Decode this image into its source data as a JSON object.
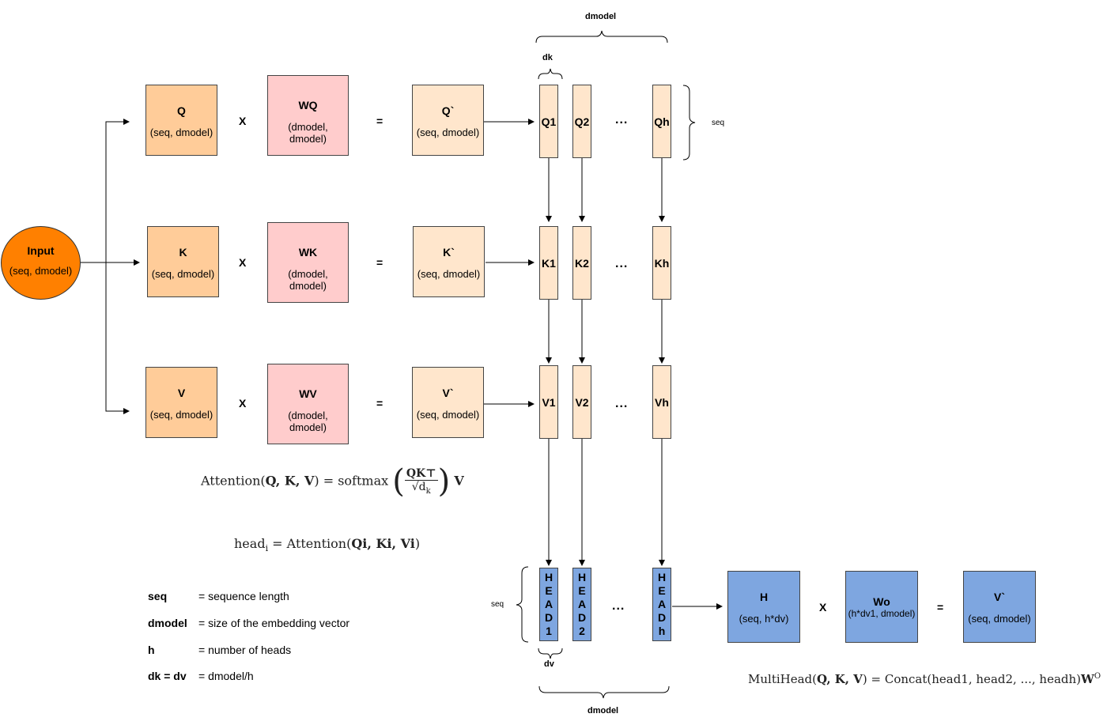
{
  "colors": {
    "input": "#ff8000",
    "qkv_box": "#ffcc99",
    "weight_box": "#ffcccc",
    "projected_box": "#ffe6cc",
    "head_box": "#7ea6e0",
    "line": "#000000"
  },
  "input_node": {
    "title": "Input",
    "shape": "(seq, dmodel)"
  },
  "rows": [
    {
      "id": "q",
      "mat": "Q",
      "mat_shape": "(seq, dmodel)",
      "weight": "WQ",
      "weight_shape": "(dmodel, dmodel)",
      "result": "Q`",
      "result_shape": "(seq, dmodel)",
      "parts": [
        "Q1",
        "Q2",
        "Qh"
      ]
    },
    {
      "id": "k",
      "mat": "K",
      "mat_shape": "(seq, dmodel)",
      "weight": "WK",
      "weight_shape": "(dmodel, dmodel)",
      "result": "K`",
      "result_shape": "(seq, dmodel)",
      "parts": [
        "K1",
        "K2",
        "Kh"
      ]
    },
    {
      "id": "v",
      "mat": "V",
      "mat_shape": "(seq, dmodel)",
      "weight": "WV",
      "weight_shape": "(dmodel, dmodel)",
      "result": "V`",
      "result_shape": "(seq, dmodel)",
      "parts": [
        "V1",
        "V2",
        "Vh"
      ]
    }
  ],
  "operators": {
    "times": "X",
    "equals": "=",
    "ellipsis": "..."
  },
  "heads": [
    "HEAD1",
    "HEAD2",
    "HEADh"
  ],
  "output": {
    "h": {
      "title": "H",
      "shape": "(seq, h*dv)"
    },
    "wo": {
      "title": "Wo",
      "shape": "(h*dv1, dmodel)"
    },
    "result": {
      "title": "V`",
      "shape": "(seq, dmodel)"
    }
  },
  "brace_labels": {
    "top_dmodel": "dmodel",
    "dk": "dk",
    "seq_right": "seq",
    "seq_left": "seq",
    "dv": "dv",
    "bottom_dmodel": "dmodel"
  },
  "formulas": {
    "attention_lhs": "Attention(",
    "attention_args": "Q, K, V",
    "attention_mid": ") = softmax",
    "attention_num": "QK⊤",
    "attention_den": "√d",
    "attention_den_sub": "k",
    "attention_v": "V",
    "head_lhs": "head",
    "head_sub": "i",
    "head_rhs": " = Attention(",
    "head_args": "Qi, Ki, Vi",
    "head_close": ")",
    "multihead_lhs": "MultiHead(",
    "multihead_args": "Q, K, V",
    "multihead_rhs": ") = Concat(head1, head2, ..., headh)",
    "multihead_w": "W",
    "multihead_sup": "O"
  },
  "legend": [
    {
      "term": "seq",
      "desc": "= sequence length"
    },
    {
      "term": "dmodel",
      "desc": "= size of the embedding vector"
    },
    {
      "term": "h",
      "desc": "= number of heads"
    },
    {
      "term": "dk = dv",
      "desc": "= dmodel/h"
    }
  ]
}
